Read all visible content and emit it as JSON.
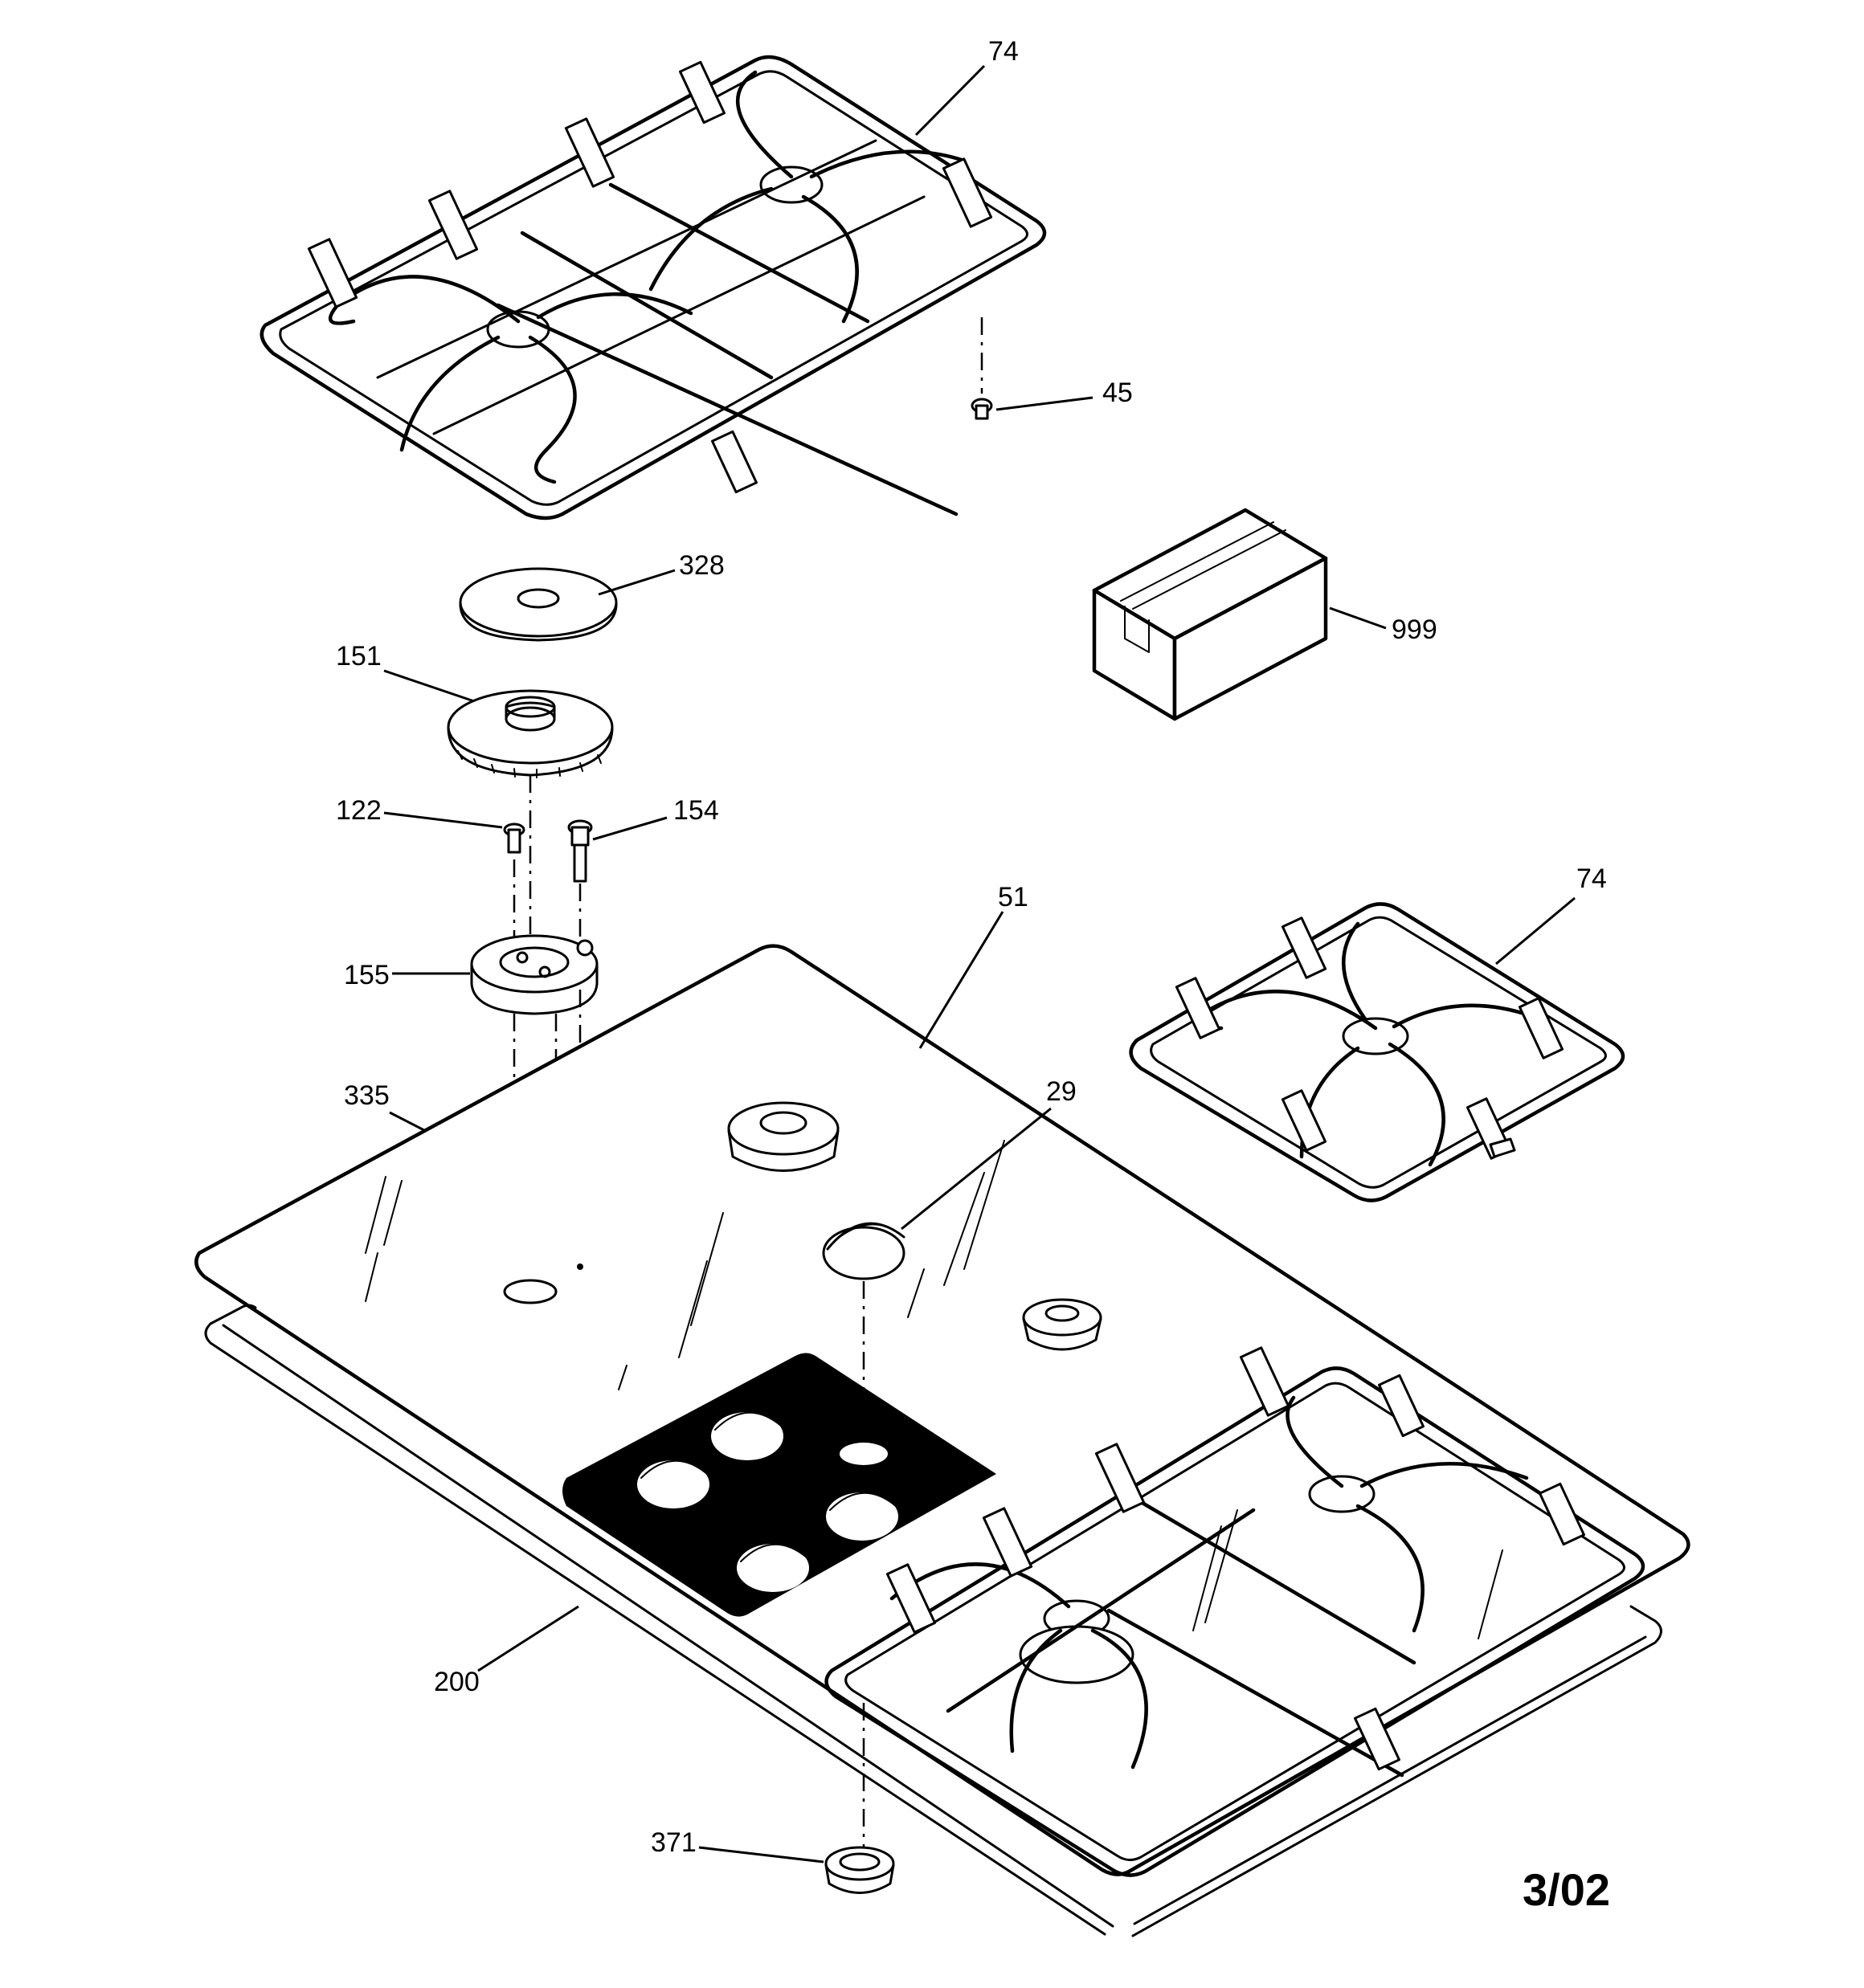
{
  "diagram": {
    "callouts": {
      "grate_top": "74",
      "grate_side": "74",
      "screw": "45",
      "burner_cap": "328",
      "burner_head": "151",
      "screw_small": "122",
      "electrode": "154",
      "burner_base": "155",
      "gasket_plate": "335",
      "cooktop_glass": "51",
      "knob": "29",
      "box": "999",
      "seal_strip": "200",
      "grommet": "371"
    },
    "revision": "3/02"
  }
}
